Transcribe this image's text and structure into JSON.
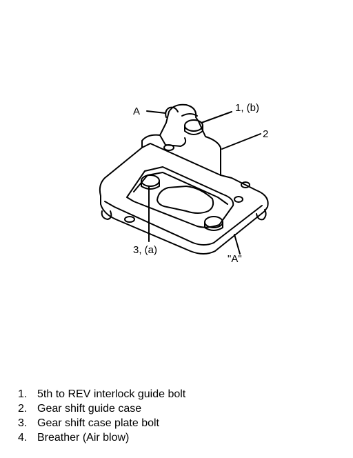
{
  "diagram": {
    "callouts": {
      "a_top": "A",
      "bolt_1b": "1, (b)",
      "case_2": "2",
      "bolt_3a": "3, (a)",
      "a_quoted": "\"A\""
    }
  },
  "legend": [
    {
      "num": "1.",
      "label": "5th to REV interlock guide bolt"
    },
    {
      "num": "2.",
      "label": "Gear shift guide case"
    },
    {
      "num": "3.",
      "label": "Gear shift case plate bolt"
    },
    {
      "num": "4.",
      "label": "Breather (Air blow)"
    }
  ]
}
